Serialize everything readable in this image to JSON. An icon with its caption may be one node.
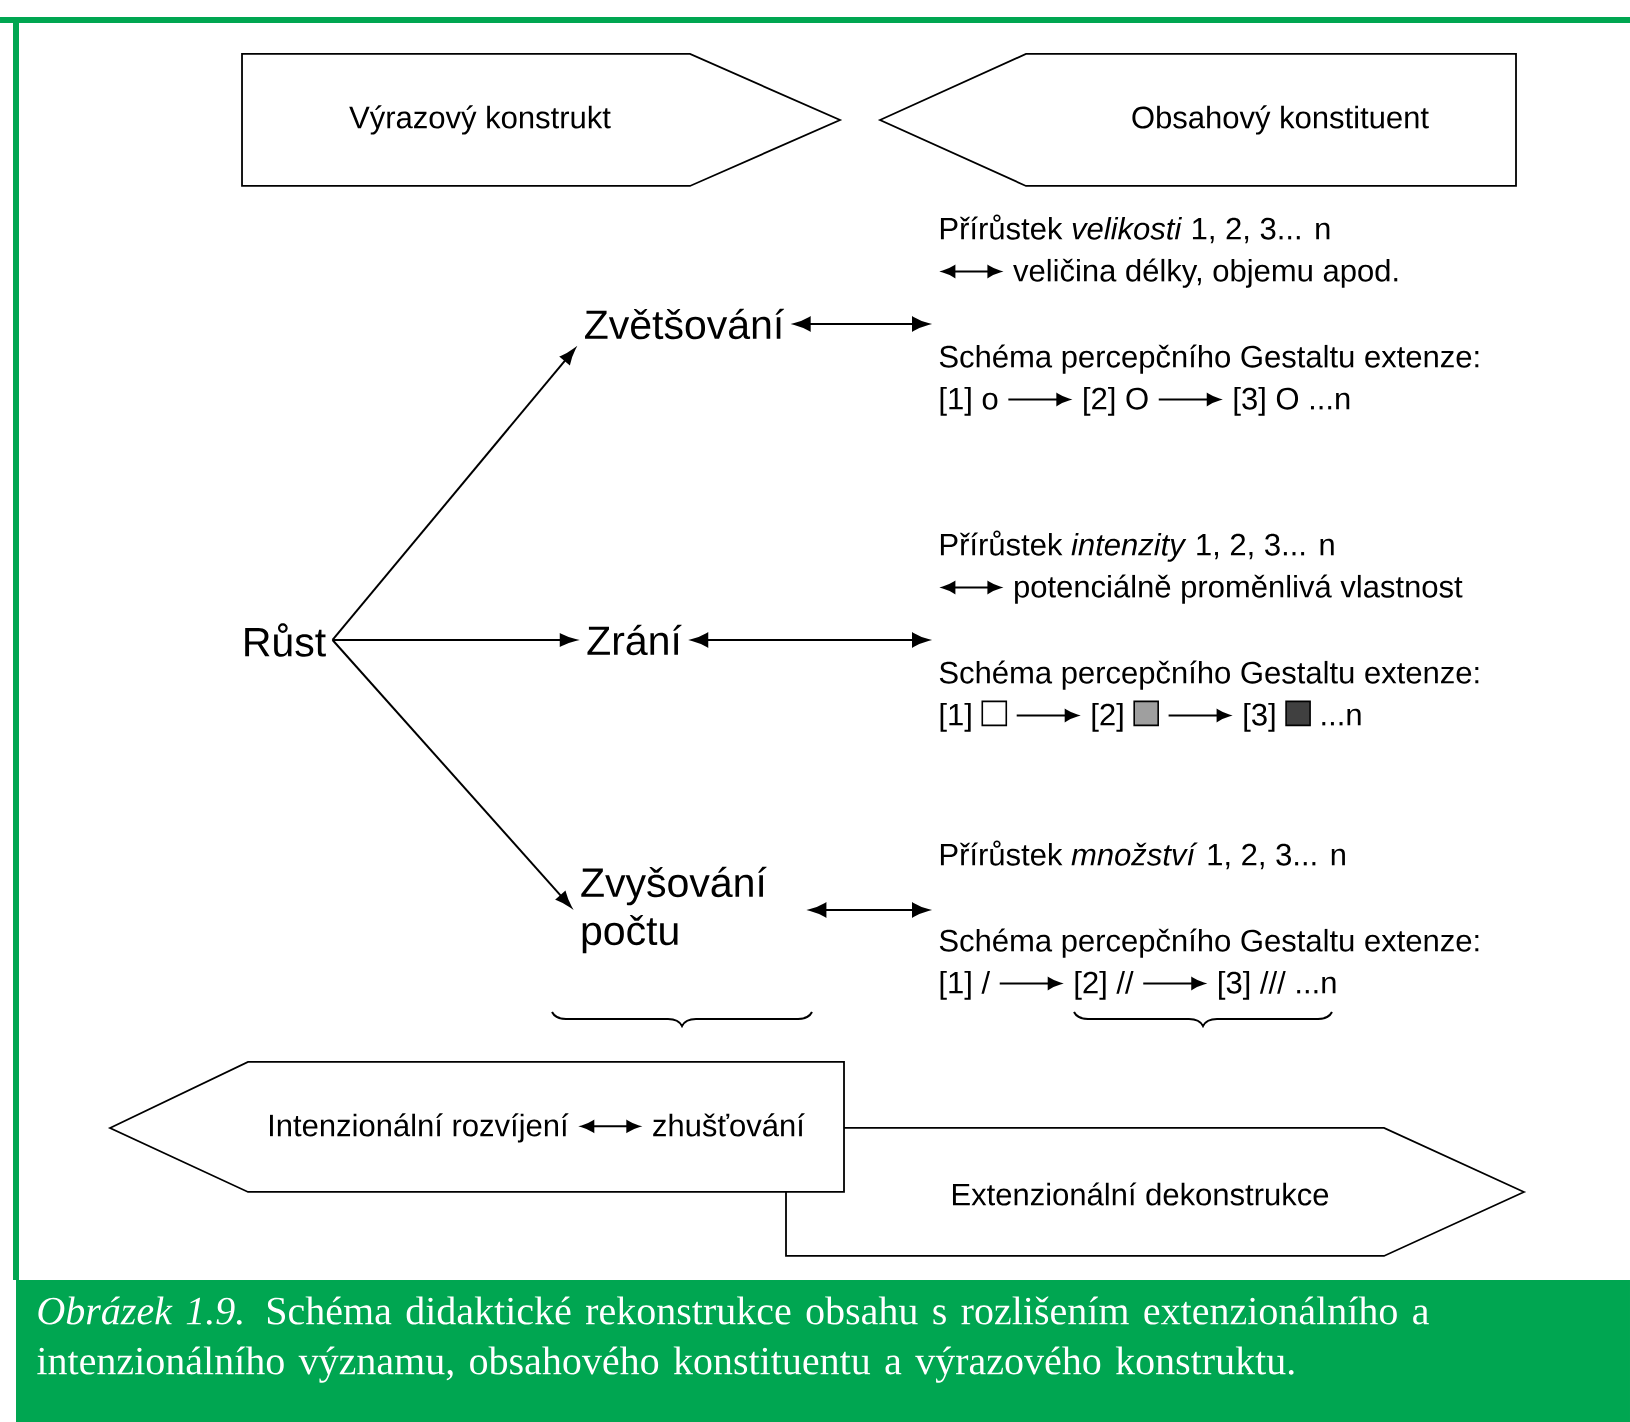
{
  "diagram": {
    "caption": "*Obrázek 1.9.* Schéma didaktické rekonstrukce obsahu s rozlišením extenzionálního a intenzionálního významu, obsahového konstituentu a výrazového konstruktu.",
    "nodes": [
      {
        "text": [
          "Výrazový konstrukt"
        ]
      },
      {
        "text": [
          "Obsahový konstituent"
        ]
      },
      {
        "text": [
          "Růst"
        ]
      },
      {
        "text": [
          "Zvětšování"
        ]
      },
      {
        "text": [
          "Přírůstek *velikosti* 1, 2, 3... n",
          "veličina délky, objemu apod.",
          "Schéma percepčního Gestaltu extenze:",
          "[1] o",
          "[2] O",
          "[3] O ...n"
        ]
      },
      {
        "text": [
          "Zrání"
        ]
      },
      {
        "text": [
          "Přírůstek *intenzity* 1, 2, 3... n",
          "potenciálně proměnlivá vlastnost",
          "Schéma percepčního Gestaltu extenze:",
          "[1]",
          "[2]",
          "[3]",
          "...n"
        ]
      },
      {
        "text": [
          "Zvyšování počtu"
        ]
      },
      {
        "text": [
          "Přírůstek *množství* 1, 2, 3... n",
          "Schéma percepčního Gestaltu extenze:",
          "[1] /",
          "[2] //",
          "[3] /// ...n"
        ]
      },
      {
        "text": [
          "Intenzionální rozvíjení",
          "zhušťování"
        ]
      },
      {
        "text": [
          "Extenzionální dekonstrukce"
        ]
      }
    ],
    "edges": [
      {
        "from": 2,
        "to": 3,
        "arrow": "to"
      },
      {
        "from": 2,
        "to": 5,
        "arrow": "to"
      },
      {
        "from": 2,
        "to": 7,
        "arrow": "to"
      },
      {
        "from": 3,
        "to": 4,
        "arrow": "both"
      },
      {
        "from": 5,
        "to": 6,
        "arrow": "both"
      },
      {
        "from": 7,
        "to": 8,
        "arrow": "both"
      }
    ]
  }
}
